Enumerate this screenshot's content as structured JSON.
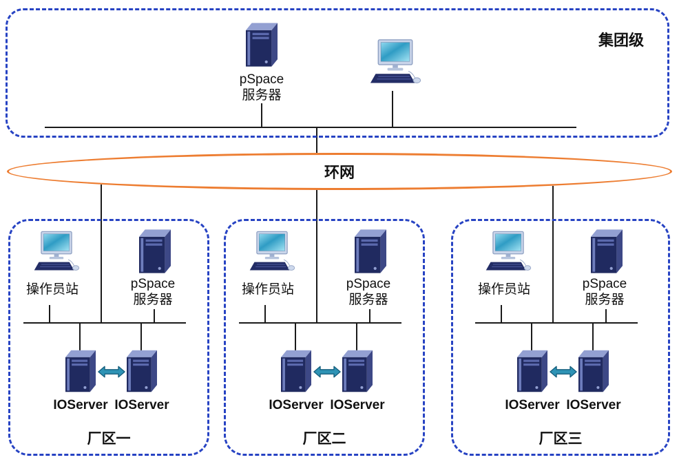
{
  "group": {
    "zone_label": "集团级",
    "server_label": [
      "pSpace",
      "服务器"
    ]
  },
  "ring": {
    "label": "环网"
  },
  "plants": [
    {
      "name": "厂区一",
      "operator_label": "操作员站",
      "server_label": [
        "pSpace",
        "服务器"
      ],
      "io_labels": [
        "IOServer",
        "IOServer"
      ]
    },
    {
      "name": "厂区二",
      "operator_label": "操作员站",
      "server_label": [
        "pSpace",
        "服务器"
      ],
      "io_labels": [
        "IOServer",
        "IOServer"
      ]
    },
    {
      "name": "厂区三",
      "operator_label": "操作员站",
      "server_label": [
        "pSpace",
        "服务器"
      ],
      "io_labels": [
        "IOServer",
        "IOServer"
      ]
    }
  ],
  "colors": {
    "zone_border": "#2743c3",
    "ring_border": "#ed7d31",
    "line": "#1a1a1a",
    "server_navy": "#202a60",
    "screen_teal": "#2f9cc4",
    "arrow_teal": "#2e93b5"
  }
}
